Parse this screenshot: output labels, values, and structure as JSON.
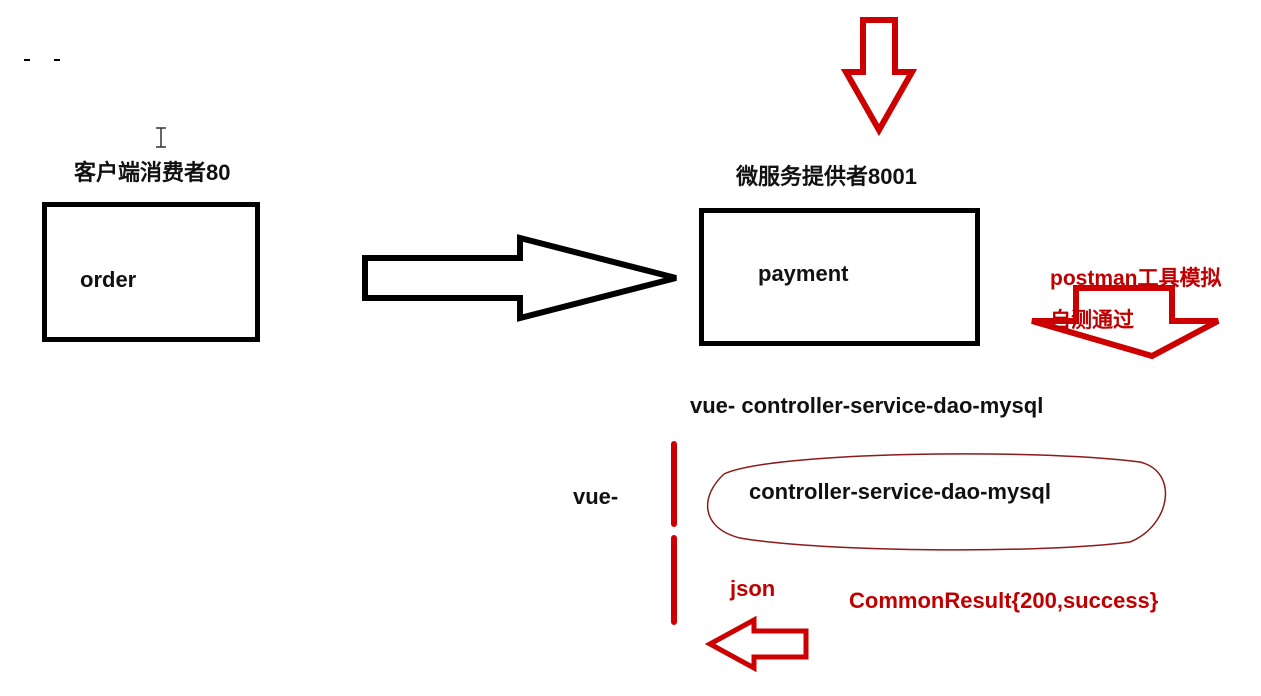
{
  "consumer": {
    "title": "客户端消费者80",
    "box_label": "order"
  },
  "provider": {
    "title": "微服务提供者8001",
    "box_label": "payment"
  },
  "postman": {
    "line1": "postman工具模拟",
    "line2": "自测通过"
  },
  "chain_top": {
    "text": "vue- controller-service-dao-mysql"
  },
  "chain_bottom": {
    "left": "vue-",
    "right": "controller-service-dao-mysql"
  },
  "response": {
    "json": "json",
    "result": "CommonResult{200,success}"
  },
  "colors": {
    "annotation_red": "#c00000",
    "outline": "#000000"
  },
  "icons": [
    "cursor-ibeam-icon",
    "arrow-down-icon",
    "arrow-right-icon",
    "arrow-left-icon"
  ]
}
